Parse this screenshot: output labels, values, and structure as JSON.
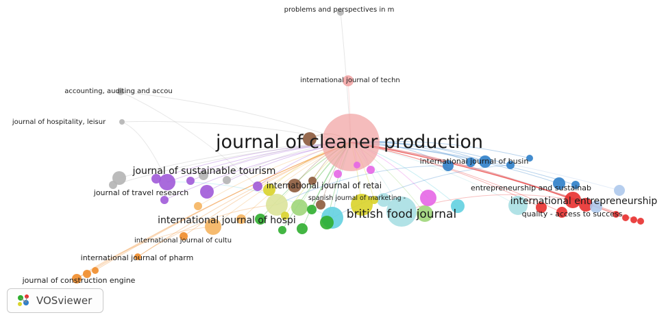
{
  "app": {
    "name": "VOSviewer"
  },
  "colors": {
    "red": "#e8302f",
    "pink": "#f2a5a5",
    "blue": "#2f7fc9",
    "light_blue": "#aec9ec",
    "cyan": "#63d0e0",
    "light_cyan": "#a9dfe3",
    "green": "#2fae2f",
    "light_green": "#9fd67a",
    "yellow": "#d9d32a",
    "pale_yellow": "#dbe39a",
    "purple": "#a05ad8",
    "magenta": "#e566e5",
    "brown": "#8c5a3c",
    "orange": "#f08c2a",
    "light_orange": "#f5b45f",
    "gray": "#b4b4b4"
  },
  "labels": [
    {
      "text": "journal of cleaner production",
      "color": "pink"
    },
    {
      "text": "british food journal",
      "color": "light_cyan"
    },
    {
      "text": "international entrepreneurship",
      "color": "red"
    },
    {
      "text": "journal of sustainable tourism",
      "color": "purple"
    },
    {
      "text": "international journal of hospi",
      "color": "light_orange"
    },
    {
      "text": "international journal of retai",
      "color": "brown"
    },
    {
      "text": "journal of travel research",
      "color": "purple"
    },
    {
      "text": "international journal of busin",
      "color": "blue"
    },
    {
      "text": "entrepreneurship and sustainab",
      "color": "blue"
    },
    {
      "text": "quality - access to success",
      "color": "red"
    },
    {
      "text": "spanish journal of marketing -",
      "color": "brown"
    },
    {
      "text": "international journal of cultu",
      "color": "orange"
    },
    {
      "text": "international journal of pharm",
      "color": "orange"
    },
    {
      "text": "journal of construction engine",
      "color": "orange"
    },
    {
      "text": "international journal of techn",
      "color": "red"
    },
    {
      "text": "accounting, auditing and accou",
      "color": "gray"
    },
    {
      "text": "journal of hospitality, leisur",
      "color": "gray"
    },
    {
      "text": "problems and perspectives in m",
      "color": "gray"
    }
  ]
}
